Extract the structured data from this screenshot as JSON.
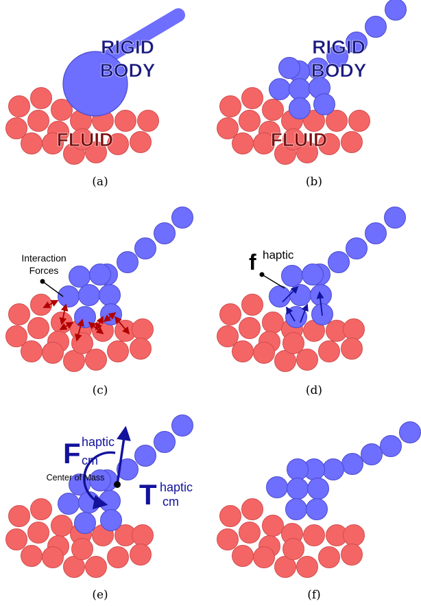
{
  "colors": {
    "fluid_fill": "#f46666",
    "fluid_stroke": "#d24b4b",
    "rigid_fill": "#6e6eff",
    "rigid_stroke": "#4a4acc",
    "label_navy": "#1a1a80",
    "arrow_red": "#b00000",
    "arrow_blue": "#12129c",
    "text_black": "#000000"
  },
  "panels": {
    "a": {
      "caption": "(a)",
      "rigid_line1": "RIGID",
      "rigid_line2": "BODY",
      "fluid_label": "FLUID"
    },
    "b": {
      "caption": "(b)",
      "rigid_line1": "RIGID",
      "rigid_line2": "BODY",
      "fluid_label": "FLUID"
    },
    "c": {
      "caption": "(c)",
      "annotation_line1": "Interaction",
      "annotation_line2": "Forces"
    },
    "d": {
      "caption": "(d)",
      "force_symbol": "f",
      "force_superscript": "haptic"
    },
    "e": {
      "caption": "(e)",
      "force_symbol": "F",
      "force_superscript": "haptic",
      "force_subscript": "cm",
      "torque_symbol": "T",
      "torque_superscript": "haptic",
      "torque_subscript": "cm",
      "com_label": "Center of Mass"
    },
    "f": {
      "caption": "(f)"
    }
  }
}
